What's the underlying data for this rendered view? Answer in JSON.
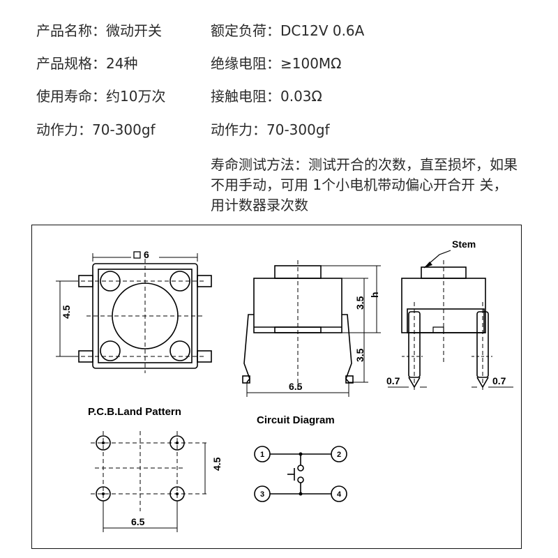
{
  "specs": {
    "product_name": "产品名称：微动开关",
    "rated_load": "额定负荷：DC12V  0.6A",
    "product_spec": "产品规格：24种",
    "insulation": "绝缘电阻：≥100MΩ",
    "lifespan": "使用寿命：约10万次",
    "contact_resistance": "接触电阻：0.03Ω",
    "force_left": "动作力：70-300gf",
    "force_right": "动作力：70-300gf",
    "test_method": "寿命测试方法：测试开合的次数，直至损坏，如果不用手动，可用 1个小电机带动偏心开合开 关，用计数器录次数"
  },
  "drawing": {
    "top_view_size": "□6",
    "dim_4_5": "4.5",
    "dim_6_5": "6.5",
    "dim_3_5_top": "3.5",
    "dim_3_5_bottom": "3.5",
    "dim_h": "h",
    "dim_0_7_left": "0.7",
    "dim_0_7_right": "0.7",
    "stem_label": "Stem",
    "pcb_title": "P.C.B.Land Pattern",
    "pcb_dim_4_5": "4.5",
    "pcb_dim_6_5": "6.5",
    "circuit_title": "Circuit Diagram",
    "pin_1": "1",
    "pin_2": "2",
    "pin_3": "3",
    "pin_4": "4"
  }
}
